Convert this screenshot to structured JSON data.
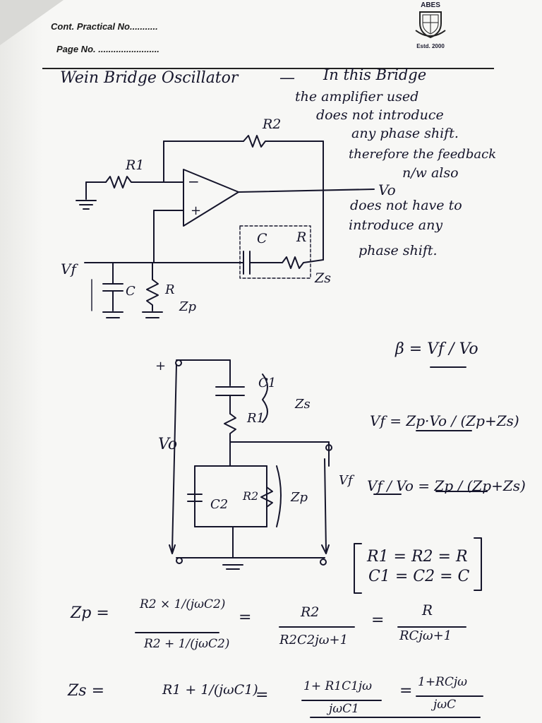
{
  "header": {
    "practical_label": "Cont. Practical No...........",
    "page_label": "Page No. ........................",
    "logo_name": "ABES",
    "logo_est": "Estd. 2000"
  },
  "notes": {
    "title": "Wein Bridge Oscillator",
    "dash": "—",
    "explanation_lines": [
      "In this Bridge",
      "the amplifier used",
      "does not introduce",
      "any phase shift.",
      "therefore the feedback",
      "n/w also",
      "does not have to",
      "introduce any",
      "phase shift."
    ]
  },
  "circuit1": {
    "r2": "R2",
    "r1": "R1",
    "minus": "−",
    "plus": "+",
    "vo": "Vo",
    "c": "C",
    "r_series": "R",
    "zs": "Zs",
    "vf": "Vf",
    "c_shunt": "C",
    "r_shunt": "R",
    "zp": "Zp"
  },
  "circuit2": {
    "plus": "+",
    "c1": "C1",
    "r1": "R1",
    "zs": "Zs",
    "vo": "Vo",
    "vf": "Vf",
    "c2": "C2",
    "r2": "R2",
    "zp": "Zp"
  },
  "equations": {
    "beta": "β = Vf / Vo",
    "vf": "Vf = Zp·Vo / (Zp+Zs)",
    "ratio": "Vf / Vo = Zp / (Zp+Zs)",
    "assume_r": "R1 = R2 = R",
    "assume_c": "C1 = C2 = C",
    "zp_label": "Zp =",
    "zp_step1_num": "R2 × 1/(jωC2)",
    "zp_step1_den": "R2 + 1/(jωC2)",
    "zp_step2_num": "R2",
    "zp_step2_den": "R2C2jω+1",
    "zp_step3_num": "R",
    "zp_step3_den": "RCjω+1",
    "zs_label": "Zs =",
    "zs_step1": "R1 + 1/(jωC1)",
    "zs_step2_num": "1+ R1C1jω",
    "zs_step2_den": "jωC1",
    "zs_step3_num": "1+RCjω",
    "zs_step3_den": "jωC"
  }
}
